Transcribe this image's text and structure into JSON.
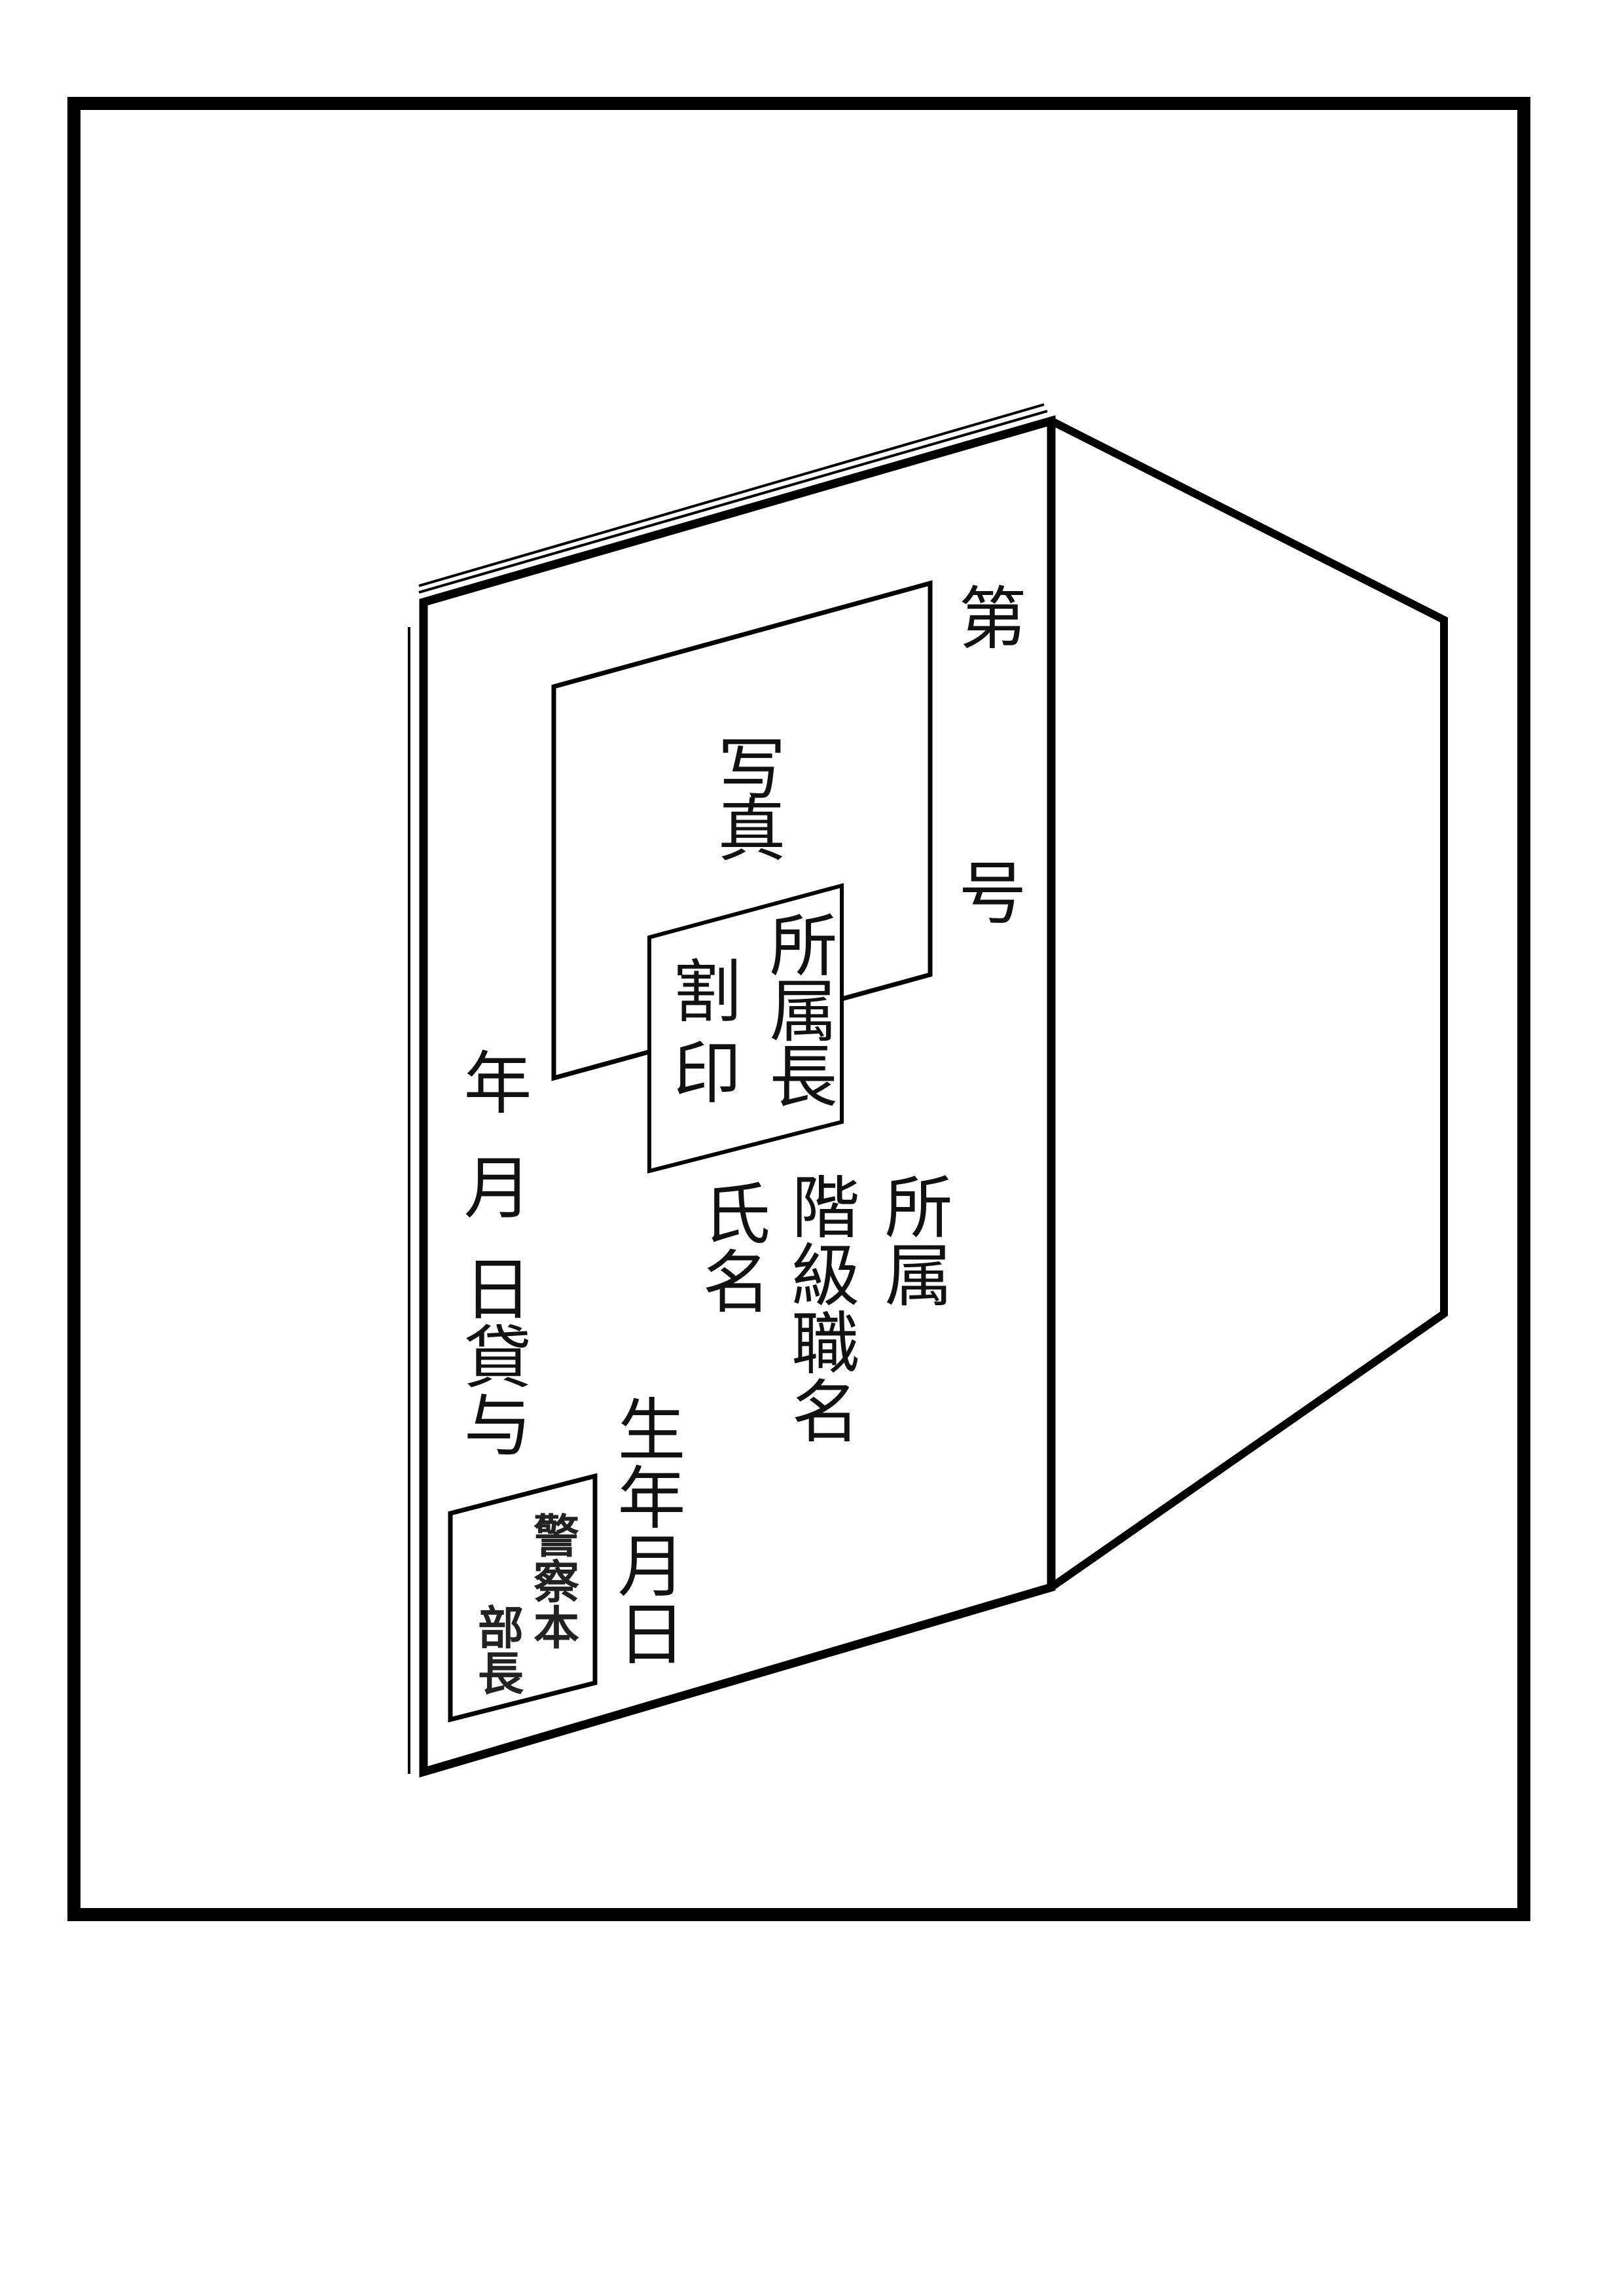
{
  "labels": {
    "number_prefix": "第",
    "number_suffix": "号",
    "photo": "写真",
    "seal_chief": "所属長",
    "tally_seal": "割印",
    "affiliation": "所属",
    "rank_title": "階級職名",
    "name": "氏名",
    "issued_year": "年",
    "issued_month": "月",
    "issued_day_lent": "日貸与",
    "birth_date": "生年月日"
  },
  "stamp": {
    "lettering_right": "警察本",
    "lettering_left": "部長"
  },
  "colors": {
    "line": "#000000",
    "background": "#ffffff"
  }
}
